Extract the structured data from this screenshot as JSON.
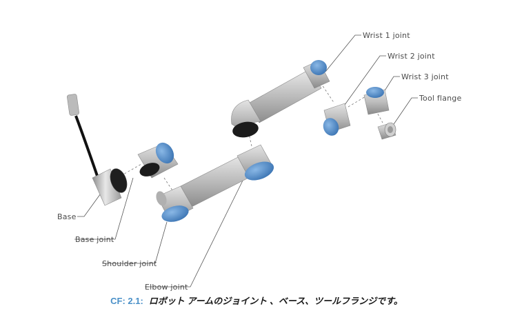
{
  "figure": {
    "labels": {
      "wrist1": "Wrist 1 joint",
      "wrist2": "Wrist 2 joint",
      "wrist3": "Wrist 3 joint",
      "tool_flange": "Tool flange",
      "base": "Base",
      "base_joint": "Base joint",
      "shoulder": "Shoulder joint",
      "elbow": "Elbow joint"
    },
    "caption": {
      "number": "CF: 2.1:",
      "text": "ロボット アームのジョイント 、ベース、ツールフランジです。"
    }
  },
  "colors": {
    "accent_blue": "#4a86c5",
    "caption_number": "#4a90c8",
    "metal": "#c8c8c8",
    "dark": "#1e1e1e"
  }
}
